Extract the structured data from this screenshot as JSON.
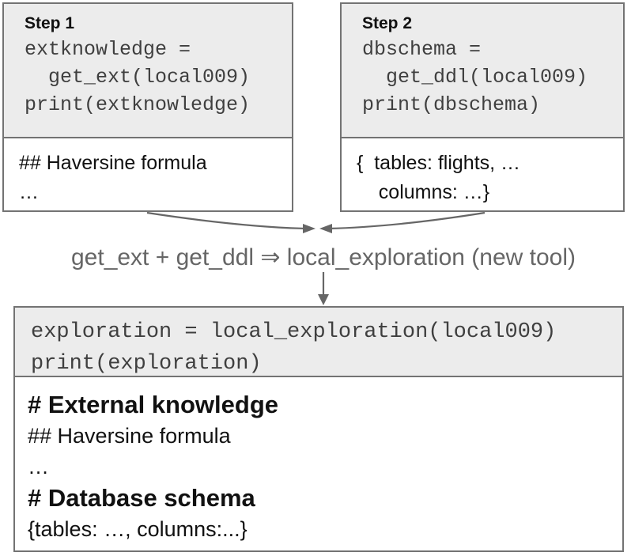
{
  "colors": {
    "box_fill": "#ececec",
    "box_border": "#737373",
    "code_text": "#3f3f3f",
    "text": "#111111",
    "arrow": "#666666",
    "muted": "#666666"
  },
  "step1": {
    "title": "Step 1",
    "code": "extknowledge =\n  get_ext(local009)\nprint(extknowledge)",
    "output_line1": "## Haversine formula",
    "output_line2": "…"
  },
  "step2": {
    "title": "Step 2",
    "code": "dbschema =\n  get_ddl(local009)\nprint(dbschema)",
    "output_line1": "{  tables: flights, …",
    "output_line2": "    columns: …}"
  },
  "merge_label": "get_ext + get_ddl ⇒ local_exploration (new tool)",
  "combined": {
    "code": "exploration = local_exploration(local009)\nprint(exploration)",
    "output": {
      "heading1": "# External knowledge",
      "line1": "## Haversine formula",
      "ellipsis": "…",
      "heading2": "# Database schema",
      "line2": "{tables: …, columns:...}"
    }
  }
}
